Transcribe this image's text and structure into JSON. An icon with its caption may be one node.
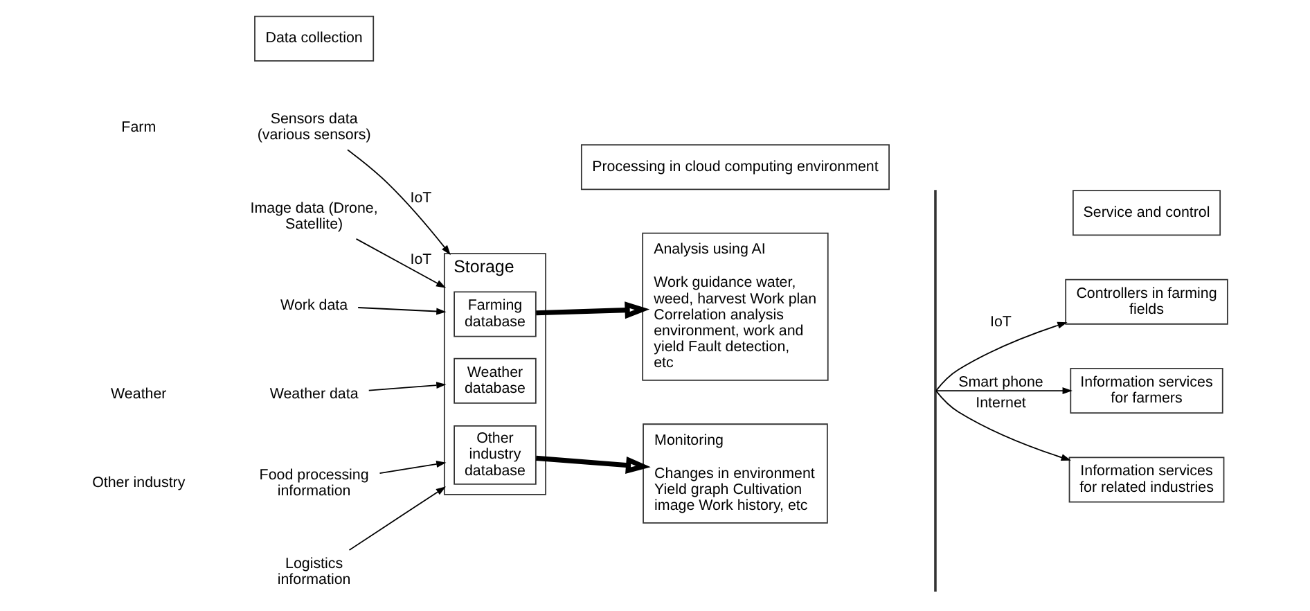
{
  "diagram": {
    "nodes": [
      {
        "text": [
          "Data collection"
        ]
      },
      {
        "text": [
          "Processing in cloud computing environment"
        ]
      },
      {
        "text": [
          "Service and control"
        ]
      },
      {
        "text": [
          "Sensors data (various sensors)"
        ]
      },
      {
        "text": [
          "Image data (Drone, Satellite)"
        ]
      },
      {
        "text": [
          "Work data"
        ]
      },
      {
        "text": [
          "Weather data"
        ]
      },
      {
        "text": [
          "Food processing information"
        ]
      },
      {
        "text": [
          "Logistics information"
        ]
      },
      {
        "text": [
          "Storage"
        ]
      },
      {
        "text": [
          "Farming database"
        ],
        "in": 9
      },
      {
        "text": [
          "Weather database"
        ],
        "in": 9
      },
      {
        "text": [
          "Other industry database"
        ],
        "in": 9
      },
      {
        "text": [
          "Analysis using AI",
          "Work guidance water, weed, harvest Work plan Correlation analysis environment, work and yield Fault detection, etc"
        ]
      },
      {
        "text": [
          "Monitoring",
          "Changes in environment Yield graph Cultivation image Work history, etc"
        ]
      },
      {
        "text": [],
        "shape": "bar"
      },
      {
        "text": [
          "Controllers in farming fields"
        ]
      },
      {
        "text": [
          "Information services for farmers"
        ]
      },
      {
        "text": [
          "Information services for related industries"
        ]
      }
    ],
    "edges": [
      {
        "from": 3,
        "to": 9,
        "label": "IoT",
        "arrow": "to"
      },
      {
        "from": 4,
        "to": 9,
        "label": "IoT",
        "arrow": "to"
      },
      {
        "from": 5,
        "to": 9,
        "arrow": "to"
      },
      {
        "from": 6,
        "to": 9,
        "arrow": "to"
      },
      {
        "from": 7,
        "to": 9,
        "arrow": "to"
      },
      {
        "from": 8,
        "to": 9,
        "arrow": "to"
      },
      {
        "from": 10,
        "to": 13,
        "arrow": "to",
        "style": "thick"
      },
      {
        "from": 12,
        "to": 14,
        "arrow": "to",
        "style": "thick"
      },
      {
        "from": 15,
        "to": 16,
        "label": "IoT",
        "arrow": "to"
      },
      {
        "from": 15,
        "to": 17,
        "label": "Smart phone",
        "arrow": "to"
      },
      {
        "from": 15,
        "to": 18,
        "label": "Internet",
        "arrow": "to"
      }
    ],
    "labels": [
      "Farm",
      "Weather",
      "Other industry"
    ]
  }
}
